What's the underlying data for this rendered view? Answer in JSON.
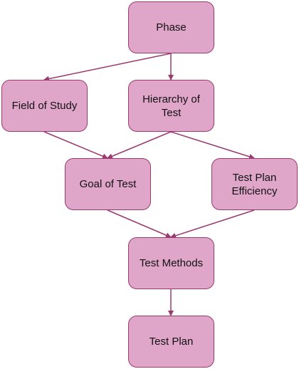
{
  "diagram": {
    "nodes": {
      "phase": "Phase",
      "field_of_study": "Field of Study",
      "hierarchy_of_test": "Hierarchy of Test",
      "goal_of_test": "Goal of Test",
      "test_plan_efficiency": "Test Plan Efficiency",
      "test_methods": "Test Methods",
      "test_plan": "Test Plan"
    },
    "edges": [
      {
        "from": "Phase",
        "to": "Field of Study"
      },
      {
        "from": "Phase",
        "to": "Hierarchy of Test"
      },
      {
        "from": "Field of Study",
        "to": "Goal of Test"
      },
      {
        "from": "Hierarchy of Test",
        "to": "Goal of Test"
      },
      {
        "from": "Hierarchy of Test",
        "to": "Test Plan Efficiency"
      },
      {
        "from": "Goal of Test",
        "to": "Test Methods"
      },
      {
        "from": "Test Plan Efficiency",
        "to": "Test Methods"
      },
      {
        "from": "Test Methods",
        "to": "Test Plan"
      }
    ],
    "colors": {
      "node_fill": "#e0a6c9",
      "node_border": "#9b3a6e",
      "edge": "#9b3a6e"
    }
  }
}
